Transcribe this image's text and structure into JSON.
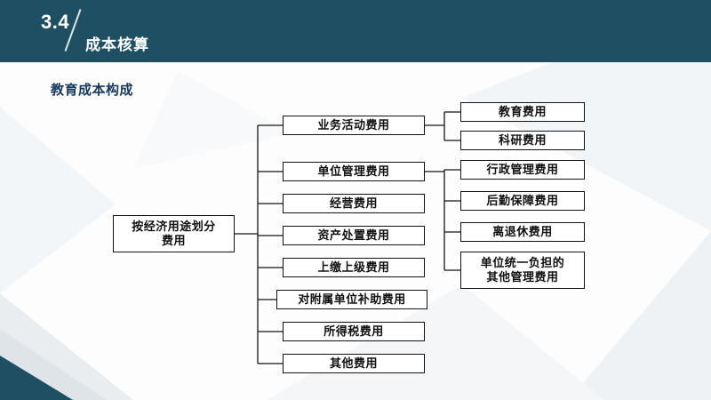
{
  "header": {
    "section_number": "3.4",
    "section_title": "成本核算"
  },
  "subtitle": "教育成本构成",
  "diagram": {
    "root_lines": [
      "按经济用途划分",
      "费用"
    ],
    "level2": [
      "业务活动费用",
      "单位管理费用",
      "经营费用",
      "资产处置费用",
      "上缴上级费用",
      "对附属单位补助费用",
      "所得税费用",
      "其他费用"
    ],
    "level3_business": [
      "教育费用",
      "科研费用"
    ],
    "level3_management": [
      "行政管理费用",
      "后勤保障费用",
      "离退休费用",
      [
        "单位统一负担的",
        "其他管理费用"
      ]
    ]
  },
  "colors": {
    "header_bg": "#1e4f63",
    "subtitle_text": "#16395f",
    "box_border": "#111111",
    "connector_line": "#141414"
  }
}
